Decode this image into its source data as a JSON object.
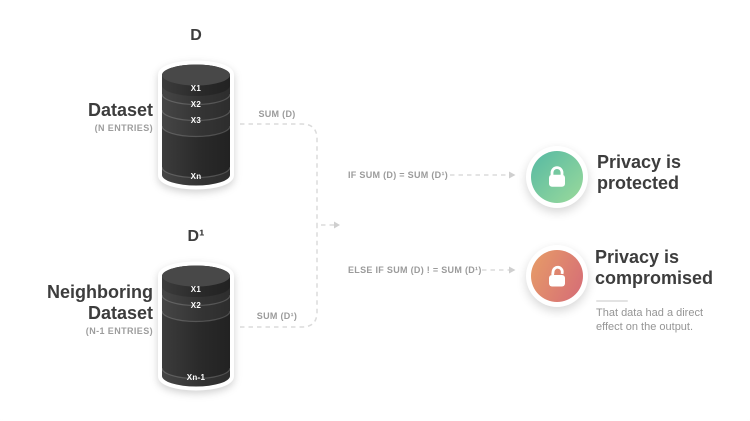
{
  "dataset_top": {
    "symbol": "D",
    "label": "Dataset",
    "sublabel": "(N ENTRIES)",
    "entries": [
      "X1",
      "X2",
      "X3",
      "Xn"
    ]
  },
  "dataset_bottom": {
    "symbol": "D¹",
    "label": "Neighboring\nDataset",
    "sublabel": "(N-1 ENTRIES)",
    "entries": [
      "X1",
      "X2",
      "Xn-1"
    ]
  },
  "flow": {
    "sum_top": "SUM (D)",
    "sum_bottom": "SUM (D¹)",
    "condition_if": "IF SUM (D) = SUM (D¹)",
    "condition_else": "ELSE IF SUM (D) ! = SUM (D¹)"
  },
  "outcomes": {
    "protected": {
      "title": "Privacy is\nprotected",
      "icon": "lock-closed-icon",
      "gradient_start": "#55b9a3",
      "gradient_end": "#9bda9b"
    },
    "compromised": {
      "title": "Privacy is\ncompromised",
      "note": "That data had a direct\neffect on the output.",
      "icon": "lock-open-icon",
      "gradient_start": "#e79d67",
      "gradient_end": "#d56b77"
    }
  }
}
